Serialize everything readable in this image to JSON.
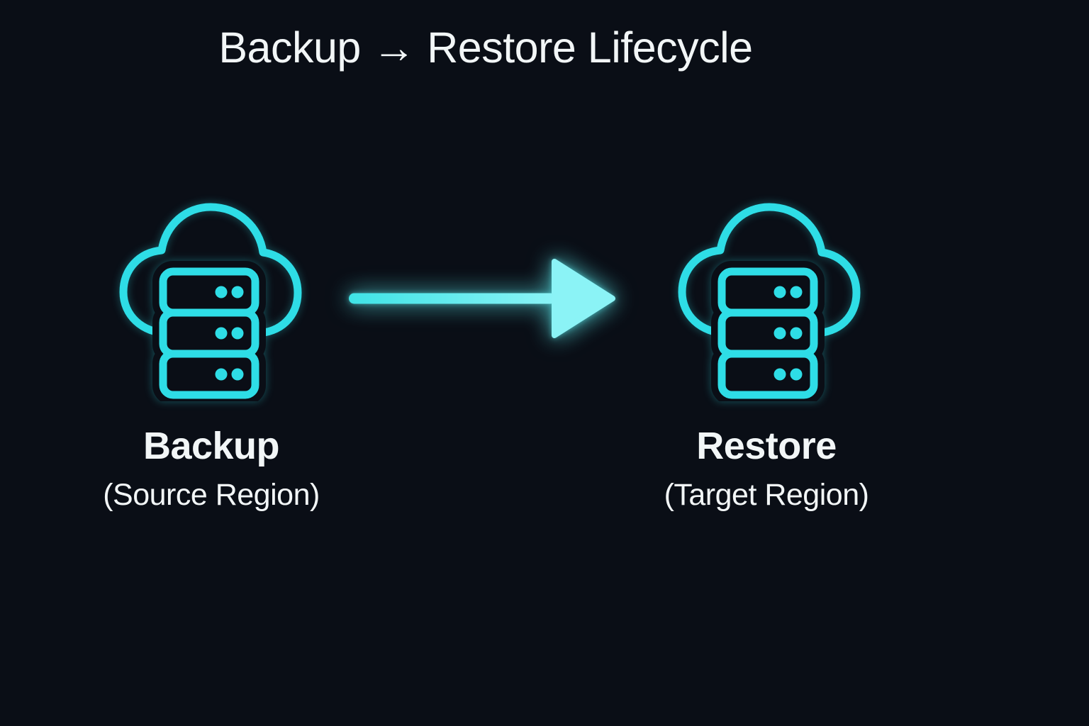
{
  "title": "Backup → Restore Lifecycle",
  "colors": {
    "background": "#0a0e16",
    "accent_cyan": "#2edde6",
    "arrow_cyan_start": "#3fe3e6",
    "arrow_cyan_end": "#8bf3f6",
    "text": "#f2f6f7"
  },
  "nodes": [
    {
      "label": "Backup",
      "sublabel": "(Source Region)",
      "icon": "cloud-server-icon"
    },
    {
      "label": "Restore",
      "sublabel": "(Target Region)",
      "icon": "cloud-server-icon"
    }
  ],
  "arrow": {
    "direction": "left-to-right"
  }
}
